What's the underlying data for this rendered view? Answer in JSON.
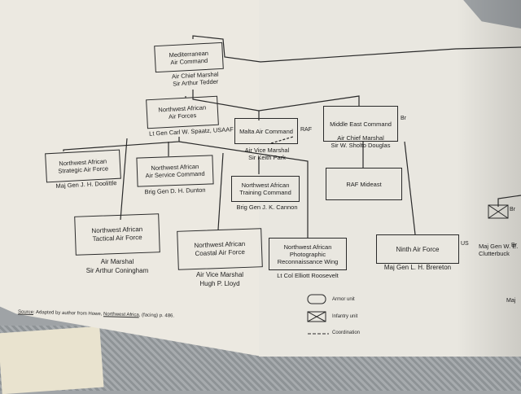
{
  "nodes": {
    "med": {
      "name": "Mediterranean\nAir Command",
      "commander": "Air Chief Marshal\nSir Arthur Tedder"
    },
    "nwaaf": {
      "name": "Northwest African\nAir Forces",
      "commander": "Lt Gen Carl W. Spaatz, USAAF"
    },
    "malta": {
      "name": "Malta Air Command",
      "commander": "Air Vice Marshal\nSir Keith Park",
      "tag": "RAF"
    },
    "mec": {
      "name": "Middle East Command",
      "commander": "Air Chief Marshal\nSir W. Sholto Douglas",
      "tag": "Br"
    },
    "nwasaf": {
      "name": "Northwest African\nStrategic Air Force",
      "commander": "Maj Gen J. H. Doolittle"
    },
    "nwaasc": {
      "name": "Northwest African\nAir Service Command",
      "commander": "Brig Gen D. H. Dunton"
    },
    "nwatc": {
      "name": "Northwest African\nTraining Command",
      "commander": "Brig Gen J. K. Cannon"
    },
    "rafme": {
      "name": "RAF Mideast"
    },
    "nwataf": {
      "name": "Northwest African\nTactical Air Force",
      "commander": "Air Marshal\nSir Arthur Coningham"
    },
    "nwacaf": {
      "name": "Northwest African\nCoastal Air Force",
      "commander": "Air Vice Marshal\nHugh P. Lloyd"
    },
    "nwaprw": {
      "name": "Northwest African\nPhotographic\nReconnaissance Wing",
      "commander": "Lt Col Elliott Roosevelt"
    },
    "ninth": {
      "name": "Ninth Air Force",
      "commander": "Maj Gen L. H. Brereton",
      "tag": "US"
    },
    "edge": {
      "commander": "Maj Gen W. E.\nClutterbuck",
      "tag1": "Br",
      "tag2": "Br",
      "frag": "Maj"
    }
  },
  "legend": {
    "armor": "Armor unit",
    "infantry": "Infantry unit",
    "coord": "Coordination"
  },
  "source": {
    "prefix": "Source",
    "text": ": Adapted by author from Howe, ",
    "title": "Northwest Africa",
    "suffix": ", (facing) p. 486."
  }
}
